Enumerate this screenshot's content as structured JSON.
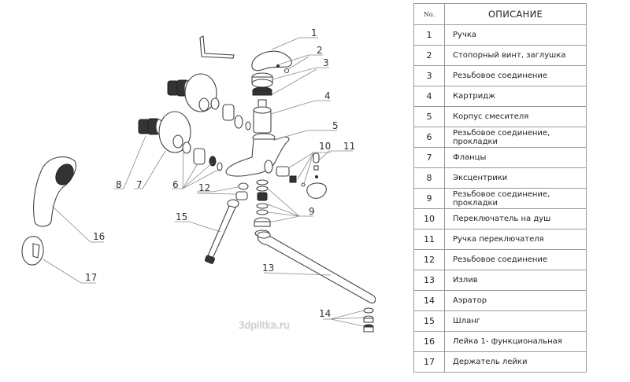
{
  "table": {
    "header_no": "No.",
    "header_desc": "ОПИСАНИЕ",
    "rows": [
      {
        "no": "1",
        "desc": "Ручка"
      },
      {
        "no": "2",
        "desc": "Стопорный винт, заглушка"
      },
      {
        "no": "3",
        "desc": "Резьбовое соединение"
      },
      {
        "no": "4",
        "desc": "Картридж"
      },
      {
        "no": "5",
        "desc": "Корпус смесителя"
      },
      {
        "no": "6",
        "desc": "Резьбовое соединение, прокладки"
      },
      {
        "no": "7",
        "desc": "Фланцы"
      },
      {
        "no": "8",
        "desc": "Эксцентрики"
      },
      {
        "no": "9",
        "desc": "Резьбовое соединение, прокладки"
      },
      {
        "no": "10",
        "desc": "Переключатель на душ"
      },
      {
        "no": "11",
        "desc": "Ручка переключателя"
      },
      {
        "no": "12",
        "desc": "Резьбовое соединение"
      },
      {
        "no": "13",
        "desc": "Излив"
      },
      {
        "no": "14",
        "desc": "Аэратор"
      },
      {
        "no": "15",
        "desc": "Шланг"
      },
      {
        "no": "16",
        "desc": "Лейка 1- функциональная"
      },
      {
        "no": "17",
        "desc": "Держатель лейки"
      }
    ]
  },
  "diagram": {
    "callouts": [
      "1",
      "2",
      "3",
      "4",
      "5",
      "6",
      "7",
      "8",
      "9",
      "10",
      "11",
      "12",
      "13",
      "14",
      "15",
      "16",
      "17"
    ],
    "watermark": "3dplitka.ru"
  }
}
